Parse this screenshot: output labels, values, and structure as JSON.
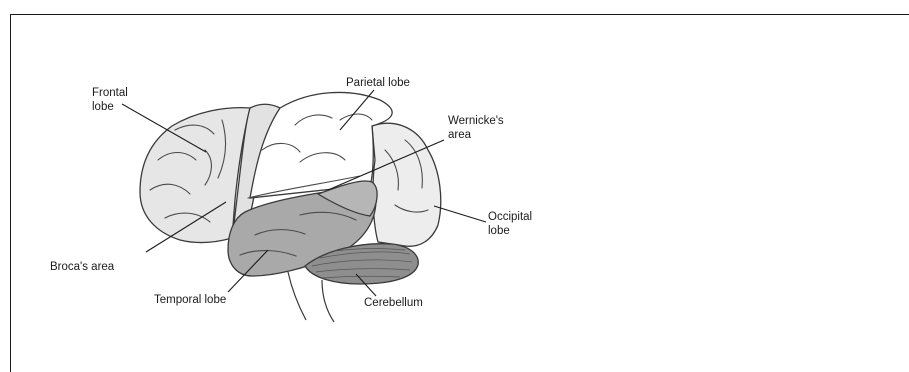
{
  "diagram": {
    "labels": {
      "frontal_lobe": [
        "Frontal",
        "lobe"
      ],
      "parietal_lobe": "Parietal lobe",
      "wernickes_area": [
        "Wernicke's",
        "area"
      ],
      "occipital_lobe": [
        "Occipital",
        "lobe"
      ],
      "brocas_area": "Broca's area",
      "temporal_lobe": "Temporal lobe",
      "cerebellum": "Cerebellum"
    },
    "colors": {
      "frontal_lobe": "#e6e6e6",
      "brocas_strip": "#e2e2e2",
      "parietal_lobe": "#ffffff",
      "occipital_lobe": "#ededed",
      "temporal_lobe": "#a9a9a9",
      "wernickes_area": "#b6b6b6",
      "cerebellum": "#8e8e8e"
    }
  }
}
